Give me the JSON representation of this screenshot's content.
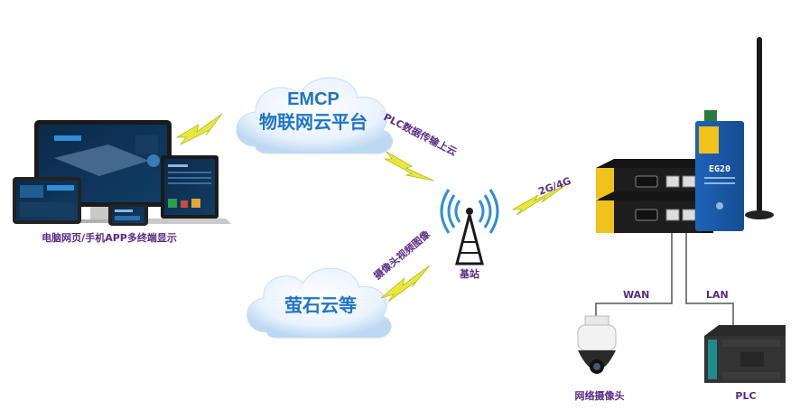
{
  "clouds": {
    "platform_line1": "EMCP",
    "platform_line2": "物联网云平台",
    "other": "萤石云等"
  },
  "links": {
    "plc_upload": "PLC数据传输上云",
    "camera_video": "摄像头视频图像",
    "cellular": "2G/4G",
    "wan": "WAN",
    "lan": "LAN"
  },
  "nodes": {
    "terminals": "电脑网页/手机APP多终端显示",
    "base_station": "基站",
    "camera": "网络摄像头",
    "plc": "PLC",
    "gateway_model": "EG20"
  },
  "colors": {
    "label": "#5a2a82",
    "cloud_text": "#1f74c9",
    "lightning": "#e8e83a",
    "device_blue": "#1d5aa8",
    "wire": "#555555"
  },
  "icons": [
    "lightning-icon",
    "cloud-icon",
    "antenna-tower-icon",
    "router-icon",
    "dome-camera-icon",
    "plc-icon",
    "monitor-icon",
    "laptop-icon",
    "tablet-icon",
    "phone-icon"
  ]
}
